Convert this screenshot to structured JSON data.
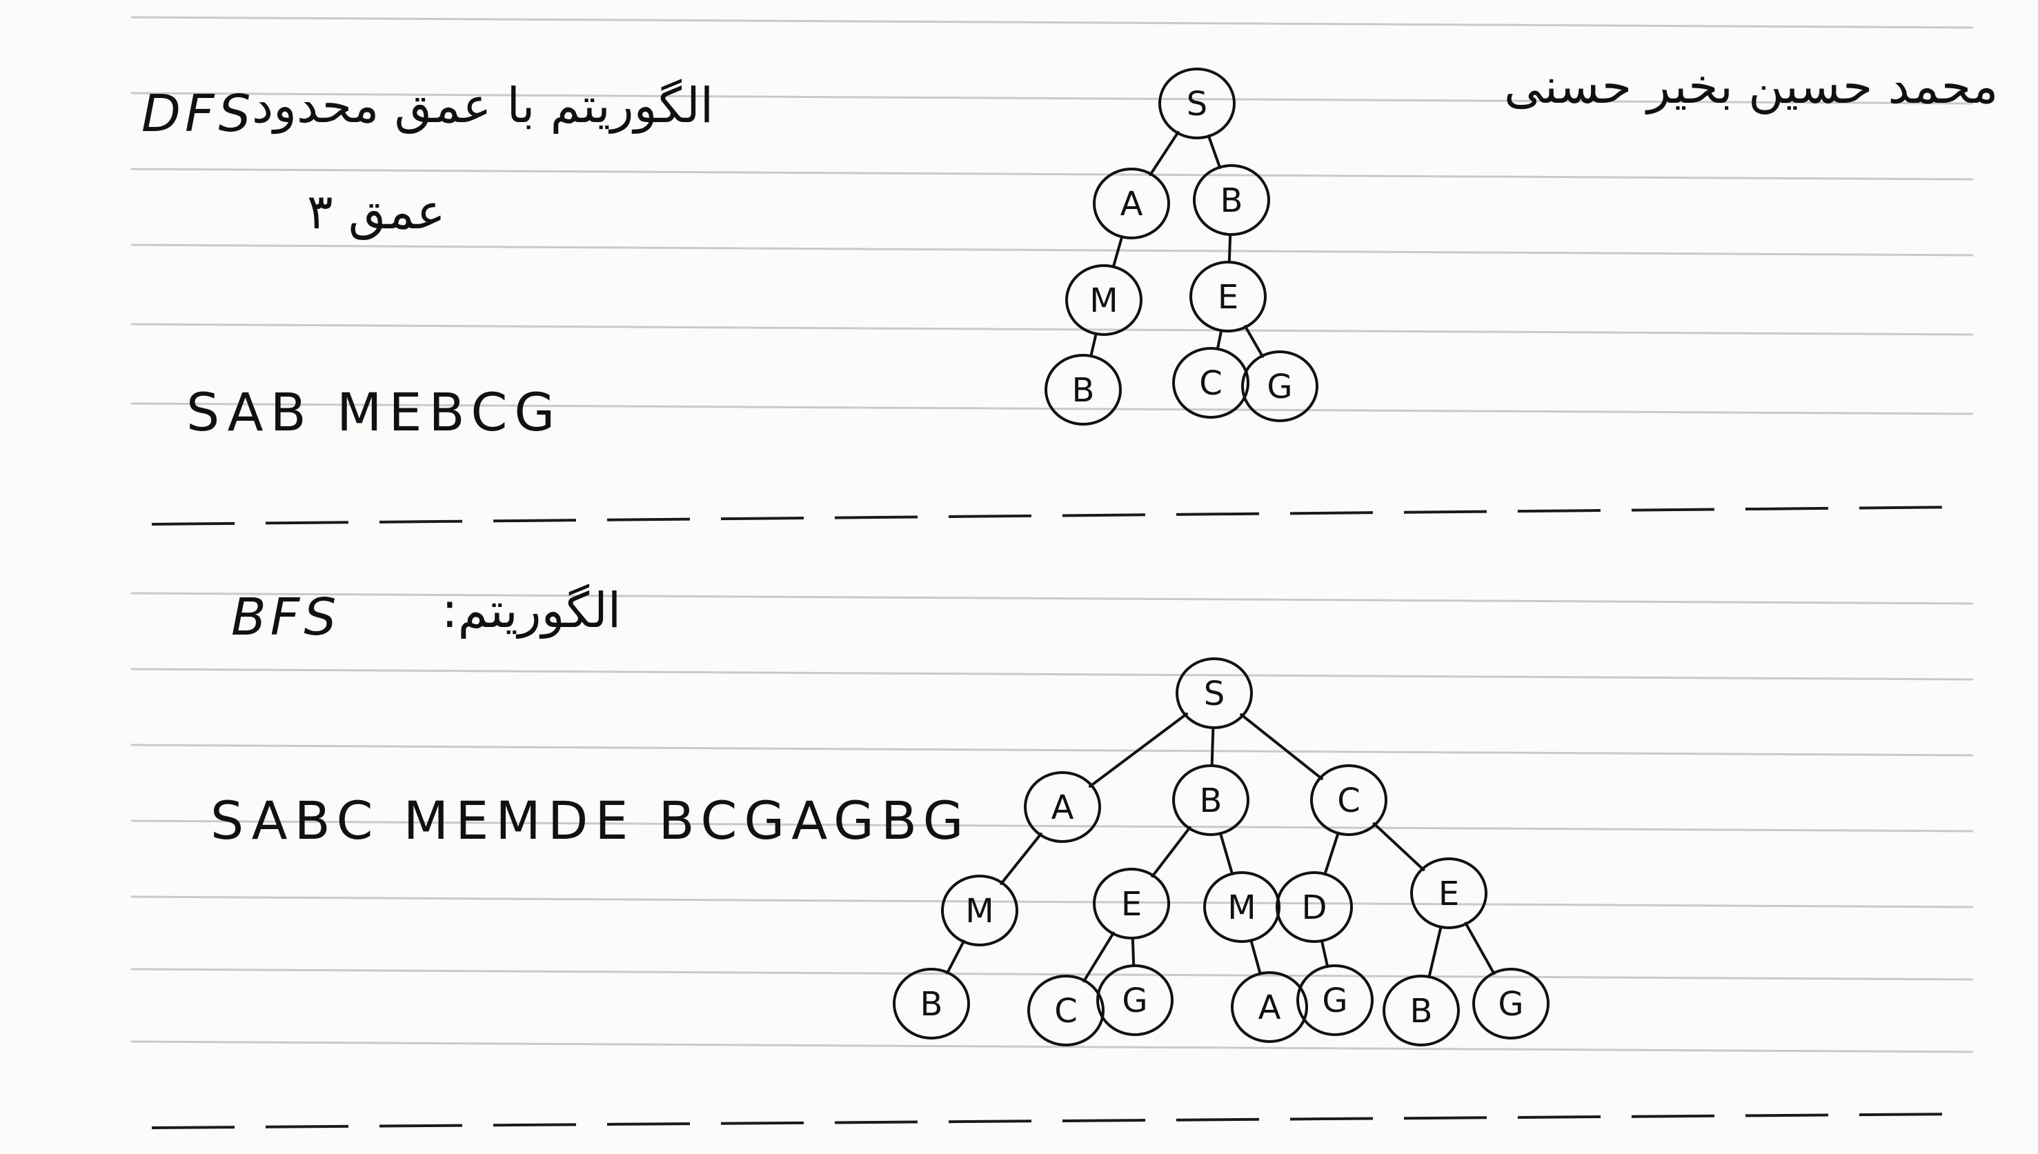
{
  "author_name": "محمد حسین بخیر حسنی",
  "dfs_section": {
    "title_latin": "DFS",
    "title_arabic": "الگوریتم با عمق محدود",
    "depth_label": "عمق ۳",
    "traversal": "SAB MEBCG",
    "tree": {
      "nodes": [
        "S",
        "A",
        "B",
        "M",
        "E",
        "B",
        "C",
        "G"
      ],
      "edges": [
        [
          0,
          1
        ],
        [
          0,
          2
        ],
        [
          1,
          3
        ],
        [
          2,
          4
        ],
        [
          3,
          5
        ],
        [
          4,
          6
        ],
        [
          4,
          7
        ]
      ]
    }
  },
  "bfs_section": {
    "title_latin": "BFS",
    "title_arabic": "الگوریتم:",
    "traversal": "SABC MEMDE BCGAGBG",
    "tree": {
      "nodes": [
        "S",
        "A",
        "B",
        "C",
        "M",
        "E",
        "M",
        "D",
        "E",
        "B",
        "C",
        "G",
        "A",
        "G",
        "B",
        "G"
      ],
      "edges": [
        [
          0,
          1
        ],
        [
          0,
          2
        ],
        [
          0,
          3
        ],
        [
          1,
          4
        ],
        [
          2,
          5
        ],
        [
          2,
          6
        ],
        [
          3,
          7
        ],
        [
          3,
          8
        ],
        [
          4,
          9
        ],
        [
          5,
          10
        ],
        [
          5,
          11
        ],
        [
          6,
          12
        ],
        [
          7,
          13
        ],
        [
          8,
          14
        ],
        [
          8,
          15
        ]
      ]
    }
  }
}
